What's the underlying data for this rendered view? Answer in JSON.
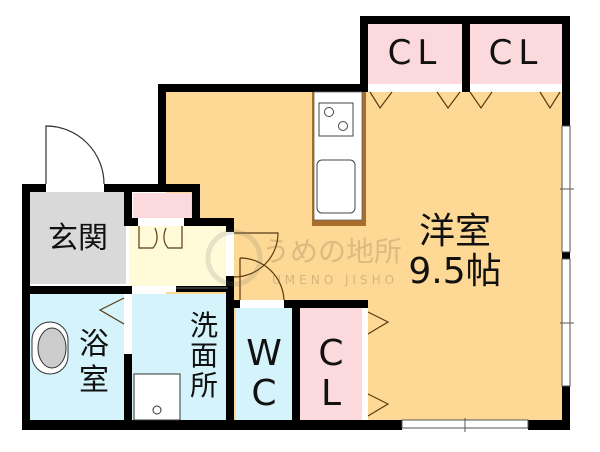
{
  "floorplan": {
    "rooms": {
      "western_room": {
        "name": "洋室",
        "size": "9.5帖",
        "color": "#FDD995"
      },
      "closet_top_left": {
        "label": "CL",
        "color": "#FBD9DC"
      },
      "closet_top_right": {
        "label": "CL",
        "color": "#FBD9DC"
      },
      "closet_bottom": {
        "label_line1": "C",
        "label_line2": "L",
        "color": "#FBD9DC"
      },
      "entrance": {
        "name": "玄関",
        "color": "#D9D9D9"
      },
      "shoe_storage": {
        "color": "#FBD9DC"
      },
      "hallway": {
        "color": "#FFFAD8"
      },
      "bathroom": {
        "name_line1": "浴",
        "name_line2": "室",
        "color": "#D5F3FA"
      },
      "washroom": {
        "name_line1": "洗",
        "name_line2": "面",
        "name_line3": "所",
        "color": "#D5F3FA"
      },
      "toilet": {
        "label_line1": "W",
        "label_line2": "C",
        "color": "#D5F3FA"
      }
    },
    "watermark": {
      "text": "うめの地所",
      "subtext": "UMENO JISHO"
    },
    "colors": {
      "wall": "#000000",
      "door_line": "#5a3a10",
      "kitchen_border": "#9a6a2a"
    }
  }
}
